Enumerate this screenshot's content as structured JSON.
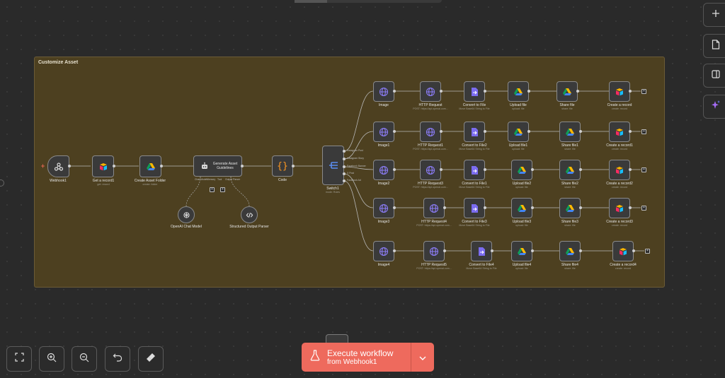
{
  "sticky": {
    "title": "Customize Asset"
  },
  "nodes": {
    "webhook": {
      "label": "Webhook1",
      "sub": ""
    },
    "get_record": {
      "label": "Get a record1",
      "sub": "get: record"
    },
    "create_folder": {
      "label": "Create Asset Folder",
      "sub": "create: folder"
    },
    "agent": {
      "label": "Generate Asset Guidelines"
    },
    "agent_ports": {
      "model": "Chat Model",
      "memory": "Memory",
      "tool": "Tool",
      "output": "Output Parser"
    },
    "openai": {
      "label": "OpenAI Chat Model"
    },
    "parser": {
      "label": "Structured Output Parser"
    },
    "code": {
      "label": "Code"
    },
    "switch": {
      "label": "Switch1",
      "sub": "mode: Rules"
    },
    "switch_outputs": [
      "Instagram Post",
      "Instagram Story",
      "Facebook Banner",
      "X Post",
      "Facebook Ad"
    ],
    "rows": [
      {
        "image": "Image",
        "http": "HTTP Request",
        "http_sub": "POST: https://api.openai.com...",
        "convert": "Convert to File",
        "convert_sub": "Move Base64 String to File",
        "upload": "Upload file",
        "upload_sub": "upload: file",
        "share": "Share file",
        "share_sub": "share: file",
        "create": "Create a record",
        "create_sub": "create: record"
      },
      {
        "image": "Image1",
        "http": "HTTP Request1",
        "http_sub": "POST: https://api.openai.com...",
        "convert": "Convert to File2",
        "convert_sub": "Move Base64 String to File",
        "upload": "Upload file1",
        "upload_sub": "upload: file",
        "share": "Share file1",
        "share_sub": "share: file",
        "create": "Create a record1",
        "create_sub": "create: record"
      },
      {
        "image": "Image2",
        "http": "HTTP Request3",
        "http_sub": "POST: https://api.openai.com...",
        "convert": "Convert to File1",
        "convert_sub": "Move Base64 String to File",
        "upload": "Upload file2",
        "upload_sub": "upload: file",
        "share": "Share file2",
        "share_sub": "share: file",
        "create": "Create a record2",
        "create_sub": "create: record"
      },
      {
        "image": "Image3",
        "http": "HTTP Request4",
        "http_sub": "POST: https://api.openai.com...",
        "convert": "Convert to File3",
        "convert_sub": "Move Base64 String to File",
        "upload": "Upload file3",
        "upload_sub": "upload: file",
        "share": "Share file3",
        "share_sub": "share: file",
        "create": "Create a record3",
        "create_sub": "create: record"
      },
      {
        "image": "Image4",
        "http": "HTTP Request5",
        "http_sub": "POST: https://api.openai.com...",
        "convert": "Convert to File4",
        "convert_sub": "Move Base64 String to File",
        "upload": "Upload file4",
        "upload_sub": "upload: file",
        "share": "Share file4",
        "share_sub": "share: file",
        "create": "Create a record4",
        "create_sub": "create: record"
      }
    ]
  },
  "toolbar_right": [
    "plus-icon",
    "sticky-note-icon",
    "panel-icon",
    "ai-sparkle-icon"
  ],
  "toolbar_bottom": [
    "fit-view-icon",
    "zoom-in-icon",
    "zoom-out-icon",
    "undo-icon",
    "tidy-up-icon"
  ],
  "execute": {
    "title": "Execute workflow",
    "subtitle": "from Webhook1"
  },
  "colors": {
    "accent": "#ee6a5d",
    "sticky_bg": "#4d4020",
    "canvas": "#2a2a2a",
    "node_bg": "#3a3a3a"
  }
}
